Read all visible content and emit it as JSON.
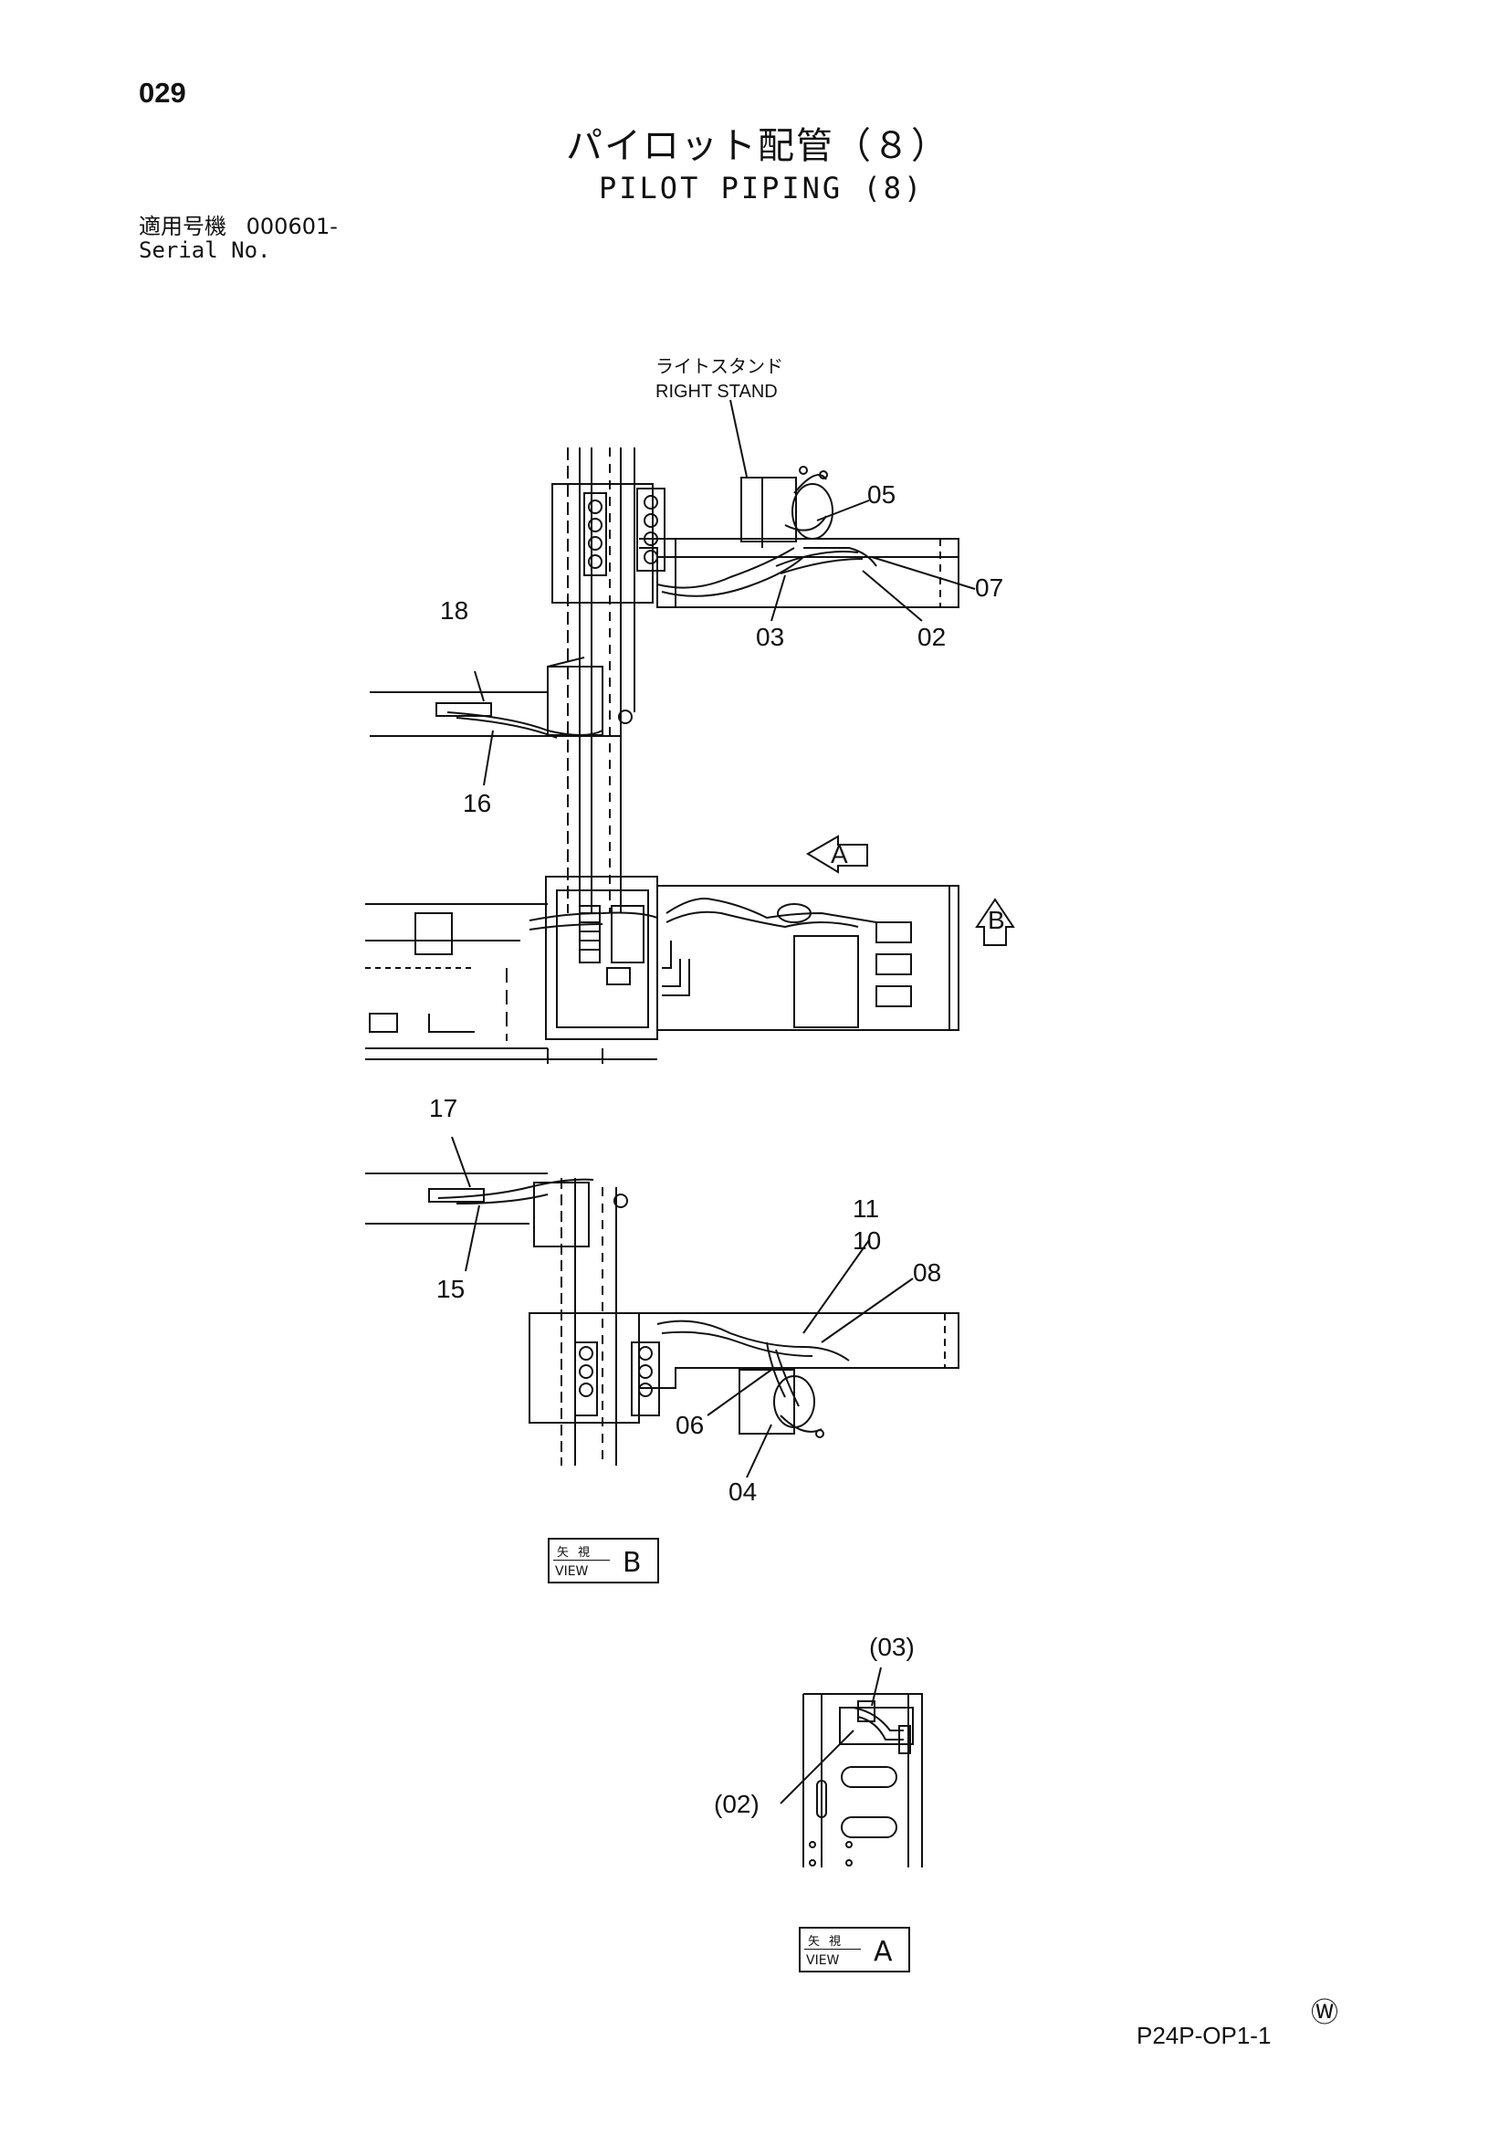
{
  "header": {
    "page_number": "029",
    "title_jp": "パイロット配管（８）",
    "title_en": "PILOT PIPING (8)",
    "serial_label_jp": "適用号機",
    "serial_value": "000601-",
    "serial_label_en": "Serial No."
  },
  "callouts": {
    "stand_jp": "ライトスタンド",
    "stand_en": "RIGHT STAND",
    "c05": "05",
    "c07": "07",
    "c03": "03",
    "c02": "02",
    "c18": "18",
    "c16": "16",
    "c17": "17",
    "c15": "15",
    "c11": "11",
    "c10": "10",
    "c08": "08",
    "c06": "06",
    "c04": "04",
    "ref03": "(03)",
    "ref02": "(02)",
    "arrow_a": "A",
    "arrow_b": "B"
  },
  "views": {
    "view_b": {
      "jp": "矢視",
      "en": "VIEW",
      "letter": "B"
    },
    "view_a": {
      "jp": "矢視",
      "en": "VIEW",
      "letter": "A"
    }
  },
  "footer": {
    "mark": "Ⓦ",
    "drawing_code": "P24P-OP1-1"
  }
}
